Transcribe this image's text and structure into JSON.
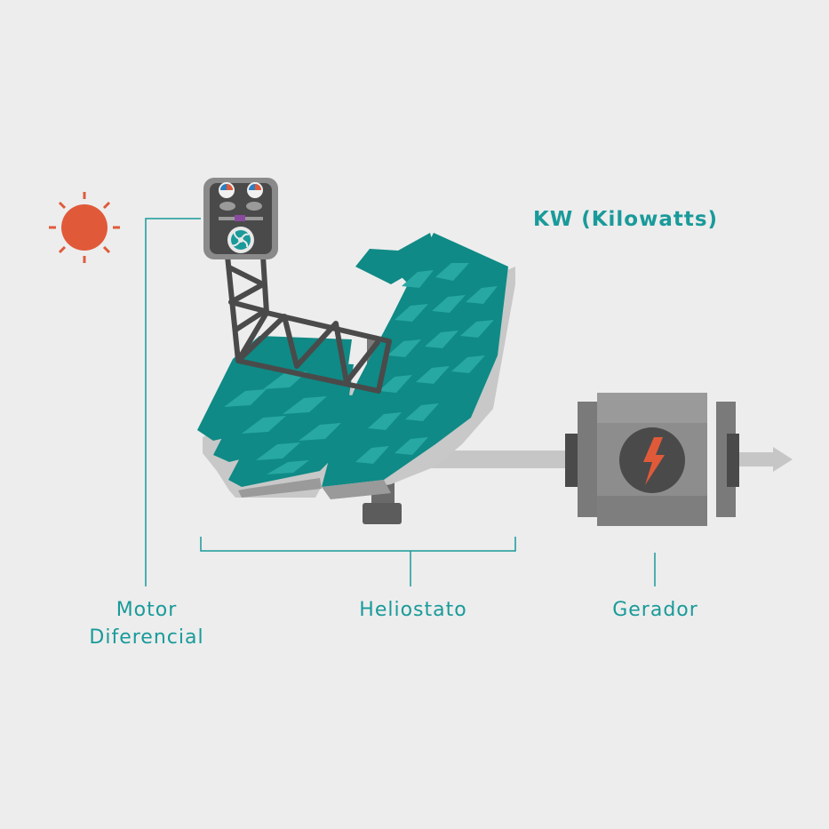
{
  "title": "KW (Kilowatts)",
  "labels": {
    "motor_line1": "Motor",
    "motor_line2": "Diferencial",
    "heliostato": "Heliostato",
    "gerador": "Gerador"
  },
  "colors": {
    "teal": "#1a9a9a",
    "panel": "#0f8a86",
    "cell": "#27a8a2",
    "sun": "#e05a3a",
    "frame": "#4a4a4a",
    "generator": "#8d8d8d",
    "shaft": "#c6c6c6",
    "background": "#ededed"
  },
  "icons": [
    "sun-icon",
    "motor-box-icon",
    "lightning-icon",
    "arrow-right-icon"
  ]
}
